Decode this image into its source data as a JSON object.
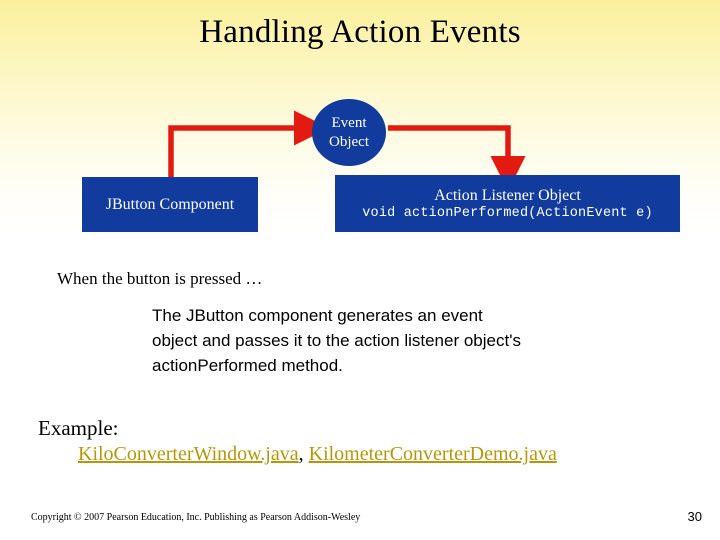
{
  "slide": {
    "title": "Handling Action Events",
    "background_top_color": "#faef9b",
    "background_bottom_color": "#ffffff"
  },
  "diagram": {
    "accent_box_color": "#113c9e",
    "arrow_color": "#e21a10",
    "jbutton_box": {
      "label": "JButton Component"
    },
    "event_ellipse": {
      "line1": "Event",
      "line2": "Object"
    },
    "listener_box": {
      "title": "Action Listener Object",
      "code": "void actionPerformed(ActionEvent e)"
    },
    "arrows": [
      {
        "name": "jbutton-to-event-arrow",
        "from": "JButton Component",
        "to": "Event Object"
      },
      {
        "name": "event-to-listener-arrow",
        "from": "Event Object",
        "to": "Action Listener Object"
      }
    ]
  },
  "body": {
    "bullet_when": "When the button is pressed …",
    "paragraph": "The JButton component generates an event object and passes it to the action listener object's actionPerformed method.",
    "example_label": "Example:",
    "links": [
      {
        "text": "KiloConverterWindow.java",
        "color": "#b8960a"
      },
      {
        "text": "KilometerConverterDemo.java",
        "color": "#b8960a"
      }
    ],
    "link_separator": ", "
  },
  "footer": {
    "copyright": "Copyright © 2007 Pearson Education, Inc. Publishing as Pearson Addison-Wesley",
    "page_number": "30"
  }
}
